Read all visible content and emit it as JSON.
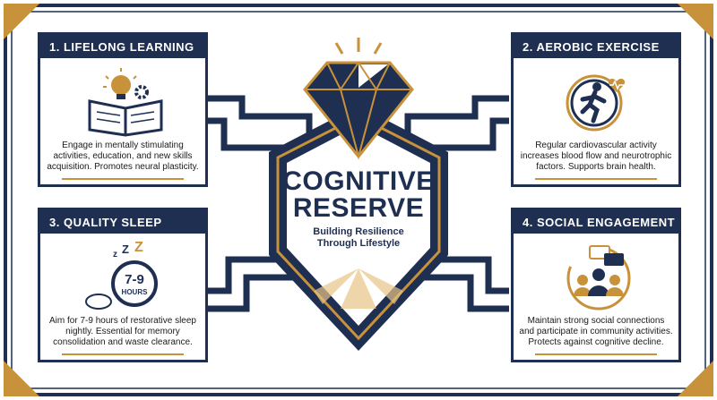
{
  "center": {
    "title_line1": "COGNITIVE",
    "title_line2": "RESERVE",
    "subtitle_line1": "Building Resilience",
    "subtitle_line2": "Through Lifestyle"
  },
  "panels": [
    {
      "heading": "1. LIFELONG LEARNING",
      "icon": "book-lightbulb-icon",
      "description": "Engage in mentally stimulating activities, education, and new skills acquisition. Promotes neural plasticity."
    },
    {
      "heading": "2. AEROBIC EXERCISE",
      "icon": "running-heart-icon",
      "description": "Regular cardiovascular activity increases blood flow and neurotrophic factors. Supports brain health."
    },
    {
      "heading": "3. QUALITY SLEEP",
      "icon": "moon-clock-icon",
      "icon_text": "7-9",
      "icon_subtext": "HOURS",
      "description": "Aim for 7-9 hours of restorative sleep nightly. Essential for memory consolidation and waste clearance."
    },
    {
      "heading": "4. SOCIAL ENGAGEMENT",
      "icon": "people-chat-icon",
      "description": "Maintain strong social connections and participate in community activities. Protects against cognitive decline."
    }
  ],
  "colors": {
    "navy": "#1e2f52",
    "gold": "#c8923b",
    "background": "#ffffff"
  }
}
